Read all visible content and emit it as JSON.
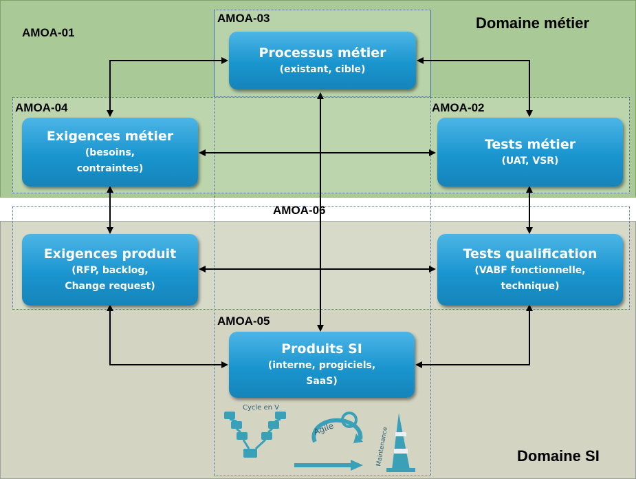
{
  "domains": {
    "metier": "Domaine métier",
    "si": "Domaine SI"
  },
  "zones": {
    "amoa01": "AMOA-01",
    "amoa02": "AMOA-02",
    "amoa03": "AMOA-03",
    "amoa04": "AMOA-04",
    "amoa05": "AMOA-05",
    "amoa06": "AMOA-06"
  },
  "boxes": {
    "processus": {
      "title": "Processus métier",
      "sub1": "(existant, cible)"
    },
    "exigences_metier": {
      "title": "Exigences métier",
      "sub1": "(besoins,",
      "sub2": "contraintes)"
    },
    "tests_metier": {
      "title": "Tests métier",
      "sub1": "(UAT, VSR)"
    },
    "exigences_produit": {
      "title": "Exigences produit",
      "sub1": "(RFP, backlog,",
      "sub2": "Change request)"
    },
    "tests_qualif": {
      "title": "Tests qualification",
      "sub1": "(VABF fonctionnelle,",
      "sub2": "technique)"
    },
    "produits": {
      "title": "Produits SI",
      "sub1": "(interne, progiciels,",
      "sub2": "SaaS)"
    }
  },
  "cycle_labels": {
    "cycle_v": "Cycle en V",
    "agile": "Agile",
    "maintenance": "Maintenance"
  },
  "colors": {
    "metier_bg": "#a9c997",
    "si_bg": "#d3d5c2",
    "box": "#1a95cf",
    "icon": "#3aa0b8"
  }
}
